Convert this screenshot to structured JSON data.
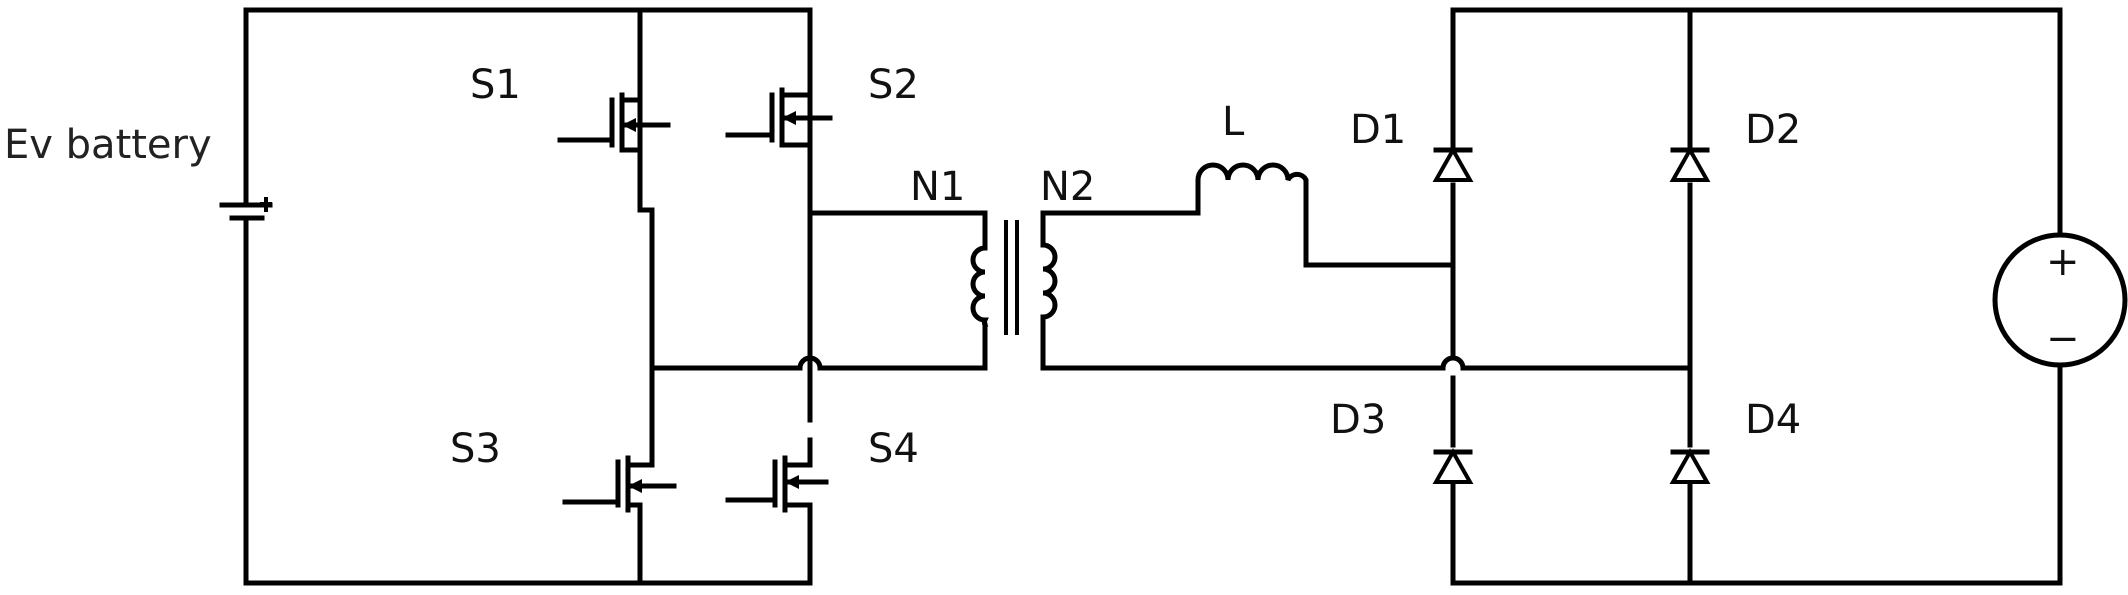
{
  "labels": {
    "battery": "Ev battery",
    "s1": "S1",
    "s2": "S2",
    "s3": "S3",
    "s4": "S4",
    "n1": "N1",
    "n2": "N2",
    "inductor": "L",
    "d1": "D1",
    "d2": "D2",
    "d3": "D3",
    "d4": "D4",
    "plus": "+",
    "minus": "−"
  },
  "colors": {
    "wire": "#000000",
    "background": "#ffffff"
  },
  "components": [
    {
      "ref": "battery",
      "type": "dc-battery-source"
    },
    {
      "ref": "S1",
      "type": "mosfet"
    },
    {
      "ref": "S2",
      "type": "mosfet"
    },
    {
      "ref": "S3",
      "type": "mosfet"
    },
    {
      "ref": "S4",
      "type": "mosfet"
    },
    {
      "ref": "N1",
      "type": "transformer-primary-winding"
    },
    {
      "ref": "N2",
      "type": "transformer-secondary-winding"
    },
    {
      "ref": "L",
      "type": "inductor"
    },
    {
      "ref": "D1",
      "type": "diode"
    },
    {
      "ref": "D2",
      "type": "diode"
    },
    {
      "ref": "D3",
      "type": "diode"
    },
    {
      "ref": "D4",
      "type": "diode"
    },
    {
      "ref": "output",
      "type": "dc-voltage-source"
    }
  ]
}
